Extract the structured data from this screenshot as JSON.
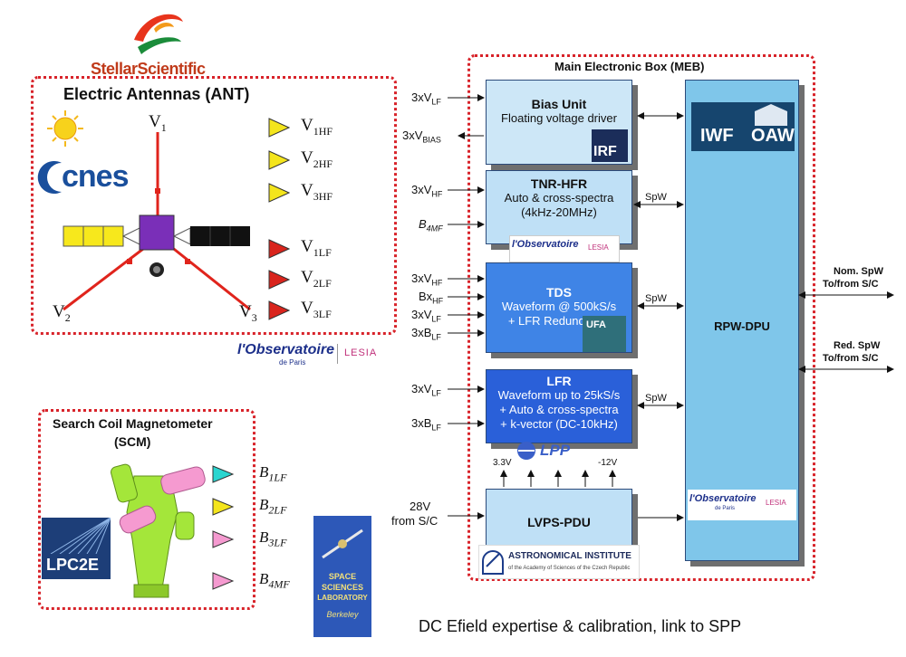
{
  "ant": {
    "brand": "StellarScientific",
    "title": "Electric Antennas (ANT)",
    "cnes": "cnes",
    "v1": "V",
    "v1_sub": "1",
    "v2": "V",
    "v2_sub": "2",
    "v3": "V",
    "v3_sub": "3",
    "outputs": [
      {
        "main": "V",
        "sub": "1HF",
        "color": "#f4e51c"
      },
      {
        "main": "V",
        "sub": "2HF",
        "color": "#f4e51c"
      },
      {
        "main": "V",
        "sub": "3HF",
        "color": "#f4e51c"
      },
      {
        "main": "V",
        "sub": "1LF",
        "color": "#d9241c"
      },
      {
        "main": "V",
        "sub": "2LF",
        "color": "#d9241c"
      },
      {
        "main": "V",
        "sub": "3LF",
        "color": "#d9241c"
      }
    ],
    "obs_logo": "l'Observatoire",
    "obs_sub": "de Paris",
    "lesia": "LESIA"
  },
  "scm": {
    "title_line1": "Search Coil Magnetometer",
    "title_line2": "(SCM)",
    "lpc2e": "LPC2E",
    "outputs": [
      {
        "main": "B",
        "sub": "1LF",
        "color": "#2ad6d0"
      },
      {
        "main": "B",
        "sub": "2LF",
        "color": "#f4e51c"
      },
      {
        "main": "B",
        "sub": "3LF",
        "color": "#f59ad0"
      },
      {
        "main": "B",
        "sub": "4MF",
        "color": "#f59ad0"
      }
    ],
    "ssl_line1": "SPACE",
    "ssl_line2": "SCIENCES",
    "ssl_line3": "LABORATORY",
    "ssl_line4": "Berkeley"
  },
  "meb": {
    "title": "Main Electronic Box (MEB)",
    "bias": {
      "title": "Bias Unit",
      "line1": "Floating voltage driver",
      "logo": "IRF"
    },
    "tnr": {
      "title": "TNR-HFR",
      "line1": "Auto & cross-spectra",
      "line2": "(4kHz-20MHz)"
    },
    "tds": {
      "title": "TDS",
      "line1": "Waveform @ 500kS/s",
      "line2": "+ LFR Redundancy",
      "logo": "UFA"
    },
    "lfr": {
      "title": "LFR",
      "line1": "Waveform up to 25kS/s",
      "line2": "+ Auto & cross-spectra",
      "line3": "+ k-vector (DC-10kHz)",
      "logo": "LPP"
    },
    "lvps": {
      "title": "LVPS-PDU"
    },
    "dpu": {
      "title": "RPW-DPU",
      "logo1": "IWF",
      "logo2": "OAW"
    },
    "spw": "SpW",
    "v33": "3.3V",
    "v12": "-12V",
    "v28": "28V",
    "from_sc": "from S/C",
    "inputs": {
      "bias_vlf": "3xV",
      "bias_vlf_sub": "LF",
      "bias_vbias": "3xV",
      "bias_vbias_sub": "BIAS",
      "tnr_vhf": "3xV",
      "tnr_vhf_sub": "HF",
      "tnr_b4": "B",
      "tnr_b4_sub": "4MF",
      "tds_vhf": "3xV",
      "tds_vhf_sub": "HF",
      "tds_bx": "Bx",
      "tds_bx_sub": "HF",
      "tds_vlf": "3xV",
      "tds_vlf_sub": "LF",
      "tds_blf": "3xB",
      "tds_blf_sub": "LF",
      "lfr_vlf": "3xV",
      "lfr_vlf_sub": "LF",
      "lfr_blf": "3xB",
      "lfr_blf_sub": "LF"
    },
    "nom_line1": "Nom. SpW",
    "nom_line2": "To/from S/C",
    "red_line1": "Red. SpW",
    "red_line2": "To/from S/C",
    "astro_line1": "ASTRONOMICAL INSTITUTE",
    "astro_line2": "of the Academy of Sciences of the Czech Republic"
  },
  "footer": "DC Efield expertise & calibration, link to SPP",
  "colors": {
    "dotted": "#d8232a",
    "bias_bg": "#cde7f7",
    "tnr_bg": "#bfe0f6",
    "tds_bg": "#3f84e6",
    "lfr_bg": "#2a60d9",
    "lvps_bg": "#bfe0f6",
    "dpu_bg": "#7fc6ea"
  }
}
